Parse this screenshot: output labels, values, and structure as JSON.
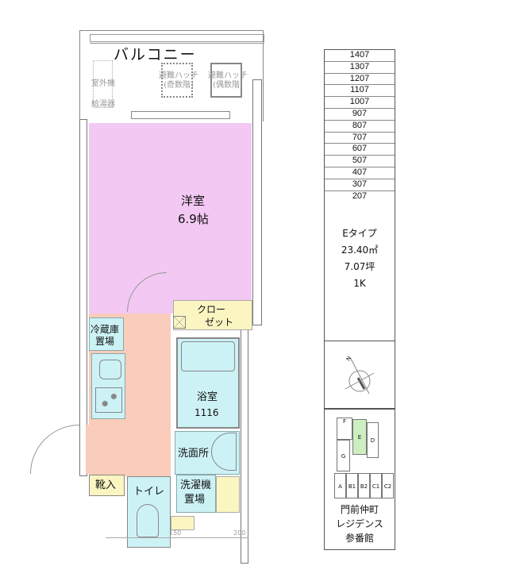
{
  "balcony": {
    "label": "バルコニー",
    "outdoor_unit": "室外機",
    "water_heater": "給湯器",
    "hatch_odd": "避難ハッチ\n(奇数階)",
    "hatch_even": "避難ハッチ\n(偶数階)"
  },
  "rooms": {
    "western": {
      "name": "洋室",
      "size": "6.9帖"
    },
    "closet": {
      "line1": "クロー",
      "line2": "ゼット"
    },
    "fridge": {
      "line1": "冷蔵庫",
      "line2": "置場"
    },
    "bath": {
      "name": "浴室",
      "size": "1116"
    },
    "washroom": {
      "name": "洗面所"
    },
    "laundry": {
      "line1": "洗濯機",
      "line2": "置場"
    },
    "toilet": {
      "name": "トイレ"
    },
    "shoes": {
      "name": "靴入"
    }
  },
  "dimensions": [
    "150",
    "200"
  ],
  "floors": [
    "1407",
    "1307",
    "1207",
    "1107",
    "1007",
    "907",
    "807",
    "707",
    "607",
    "507",
    "407",
    "307",
    "207"
  ],
  "unit_info": {
    "type": "Eタイプ",
    "area_m2": "23.40㎡",
    "area_tsubo": "7.07坪",
    "layout": "1K"
  },
  "compass": {
    "north_label": "N"
  },
  "building_map": {
    "units": [
      "F",
      "G",
      "E",
      "D",
      "A",
      "B1",
      "B2",
      "C1",
      "C2"
    ],
    "highlight_color": "#cdeec0"
  },
  "property_name": {
    "line1": "門前仲町",
    "line2": "レジデンス",
    "line3": "参番館"
  },
  "colors": {
    "western": "#f3c8f3",
    "hall": "#f9ccbb",
    "wet": "#cdf2f6",
    "storage": "#fbf5c2"
  }
}
